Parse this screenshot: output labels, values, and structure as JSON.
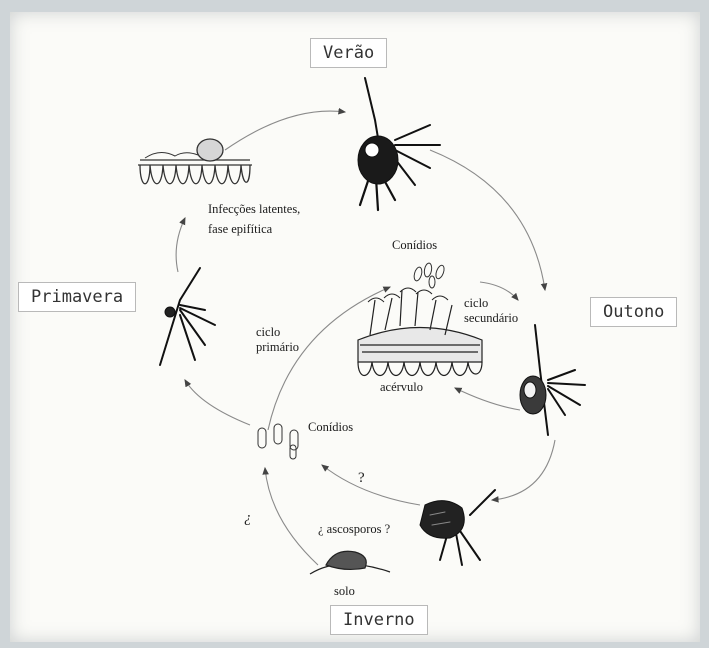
{
  "seasons": {
    "summer": "Verão",
    "autumn": "Outono",
    "winter": "Inverno",
    "spring": "Primavera"
  },
  "labels": {
    "latent_line1": "Infecções latentes,",
    "latent_line2": "fase epifítica",
    "conidia_top": "Conídios",
    "secondary_line1": "ciclo",
    "secondary_line2": "secundário",
    "primary_line1": "ciclo",
    "primary_line2": "primário",
    "acervulus": "acérvulo",
    "conidia_bottom": "Conídios",
    "question_mark": "?",
    "ascospores": "¿ ascosporos ?",
    "inverted_q": "¿",
    "soil": "solo"
  }
}
